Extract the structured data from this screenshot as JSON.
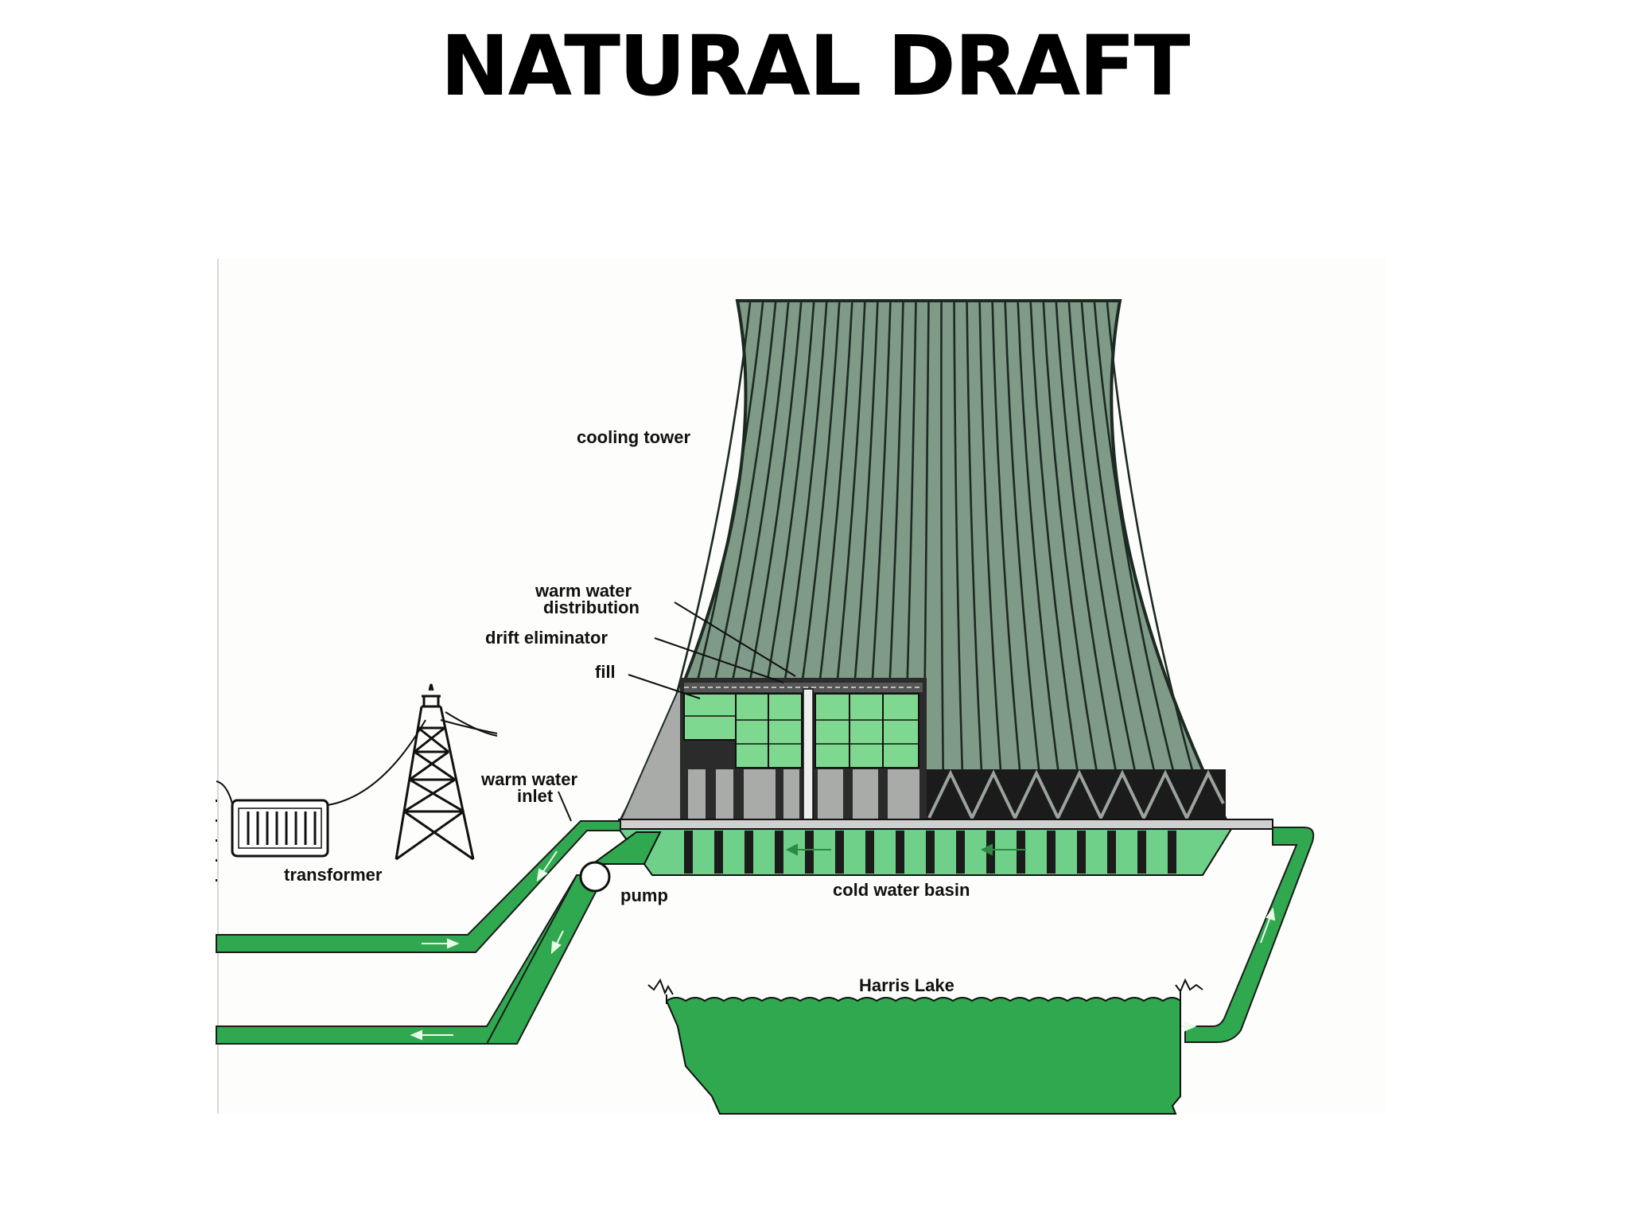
{
  "slide": {
    "title": "NATURAL DRAFT"
  },
  "diagram": {
    "labels": {
      "cooling_tower": "cooling tower",
      "warm_water_distribution_line1": "warm water",
      "warm_water_distribution_line2": "distribution",
      "drift_eliminator": "drift eliminator",
      "fill": "fill",
      "warm_water_inlet_line1": "warm water",
      "warm_water_inlet_line2": "inlet",
      "transformer": "transformer",
      "pump": "pump",
      "cold_water_basin": "cold water basin",
      "harris_lake": "Harris Lake"
    },
    "colors": {
      "tower_fill": "#7f9a86",
      "tower_line": "#1c2a22",
      "water_green": "#2fa84f",
      "fill_green": "#7fd88f",
      "basin_green": "#6fd08a",
      "gray_panel": "#a9aba9",
      "dark": "#1b1b1b"
    }
  }
}
